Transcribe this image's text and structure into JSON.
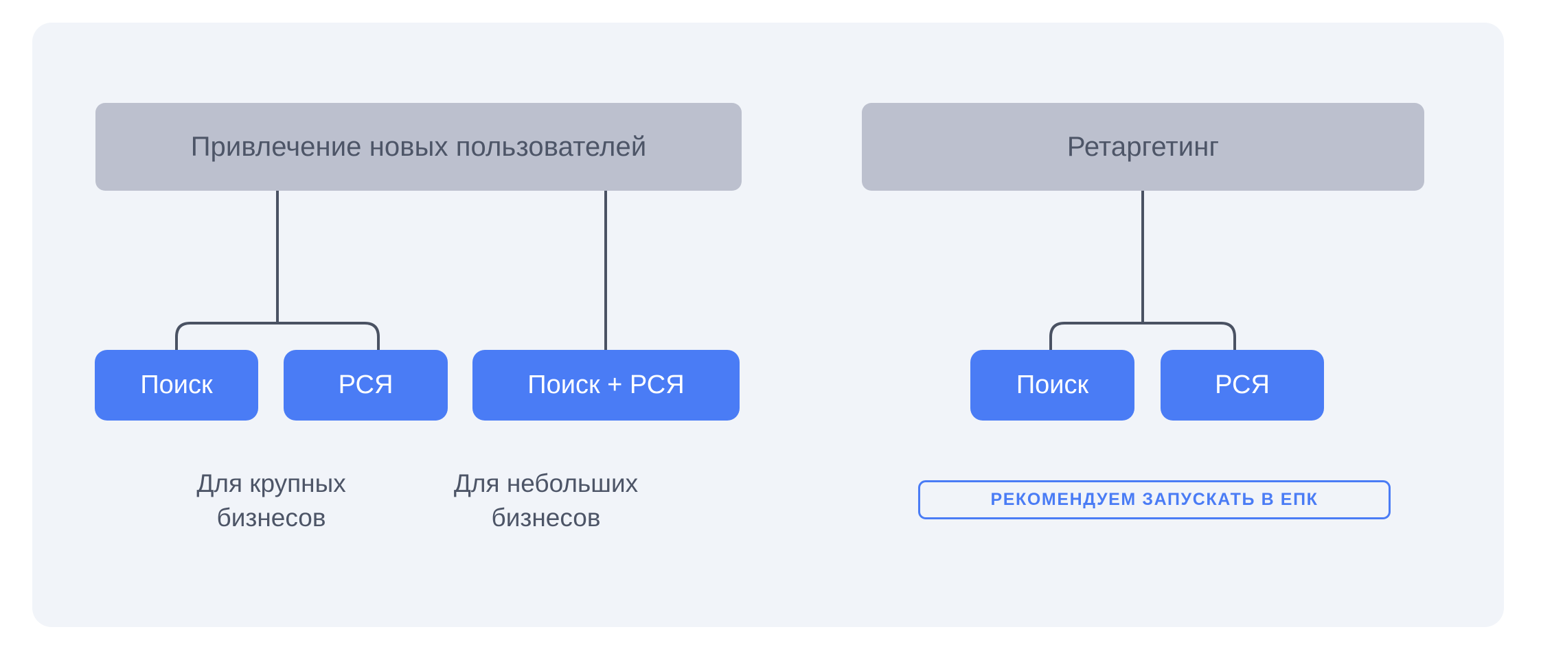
{
  "panel": {
    "background_color": "#f1f4f9",
    "page_background_color": "#ffffff"
  },
  "colors": {
    "group_header_bg": "#bcc0ce",
    "group_header_text": "#4d5567",
    "chip_bg": "#4a7cf5",
    "chip_text": "#ffffff",
    "connector_line": "#4a5263",
    "caption_text": "#4d5567",
    "badge_accent": "#4a7cf5"
  },
  "groups": [
    {
      "id": "acquisition",
      "header": "Привлечение новых пользователей",
      "branches": [
        {
          "id": "large-business",
          "chips": [
            "Поиск",
            "РСЯ"
          ],
          "caption": "Для крупных\nбизнесов"
        },
        {
          "id": "small-business",
          "chips": [
            "Поиск + РСЯ"
          ],
          "caption": "Для небольших\nбизнесов"
        }
      ]
    },
    {
      "id": "retargeting",
      "header": "Ретаргетинг",
      "branches": [
        {
          "id": "retargeting-channels",
          "chips": [
            "Поиск",
            "РСЯ"
          ],
          "caption": ""
        }
      ],
      "badge": "РЕКОМЕНДУЕМ ЗАПУСКАТЬ В ЕПК"
    }
  ],
  "chips": {
    "acq_search": "Поиск",
    "acq_rsya": "РСЯ",
    "acq_both": "Поиск + РСЯ",
    "ret_search": "Поиск",
    "ret_rsya": "РСЯ"
  },
  "headers": {
    "acquisition": "Привлечение новых пользователей",
    "retargeting": "Ретаргетинг"
  },
  "captions": {
    "large_business": "Для крупных\nбизнесов",
    "small_business": "Для небольших\nбизнесов"
  },
  "badge": {
    "label": "РЕКОМЕНДУЕМ ЗАПУСКАТЬ В ЕПК"
  }
}
